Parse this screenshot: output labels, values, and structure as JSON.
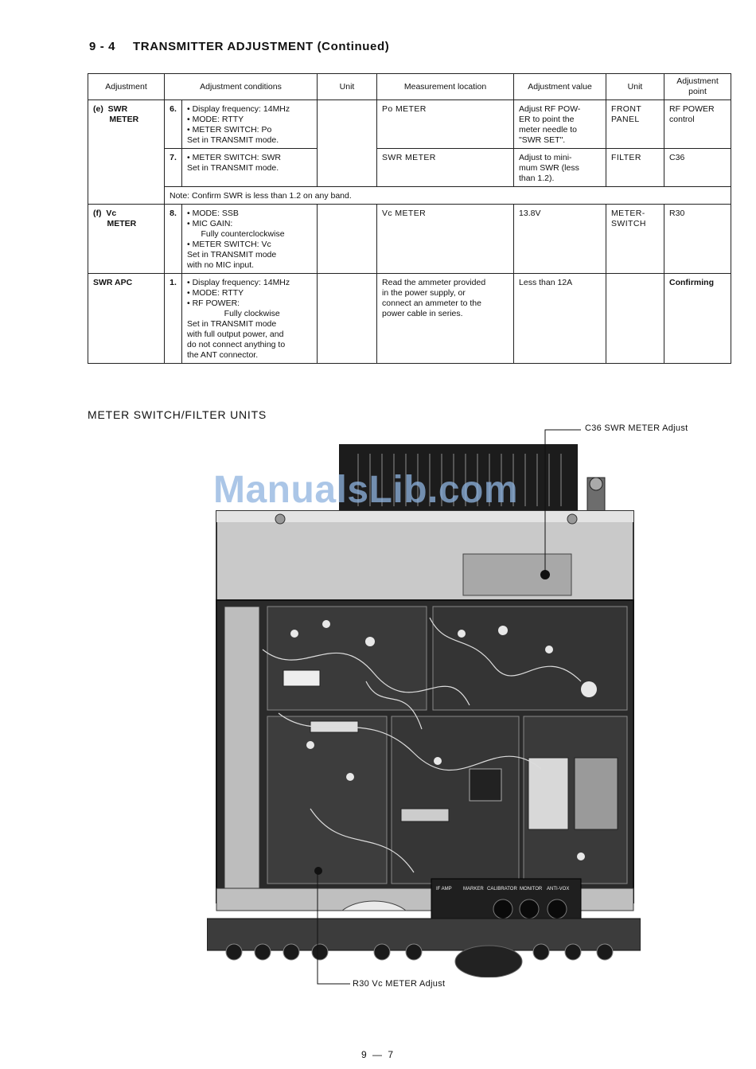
{
  "heading": {
    "section": "9 - 4",
    "title": "TRANSMITTER ADJUSTMENT (Continued)"
  },
  "table": {
    "headers": {
      "adjustment": "Adjustment",
      "conditions": "Adjustment conditions",
      "unit": "Unit",
      "measurement": "Measurement location",
      "value": "Adjustment value",
      "unit2": "Unit",
      "point": [
        "Adjustment",
        "point"
      ]
    },
    "row_e_label": [
      "(e)  SWR",
      "       METER"
    ],
    "row6": {
      "num": "6.",
      "conditions": [
        "• Display frequency: 14MHz",
        "• MODE: RTTY",
        "• METER SWITCH: Po",
        "Set in TRANSMIT mode."
      ],
      "measurement": "Po METER",
      "value": [
        "Adjust RF POW-",
        "ER to point the",
        "meter needle to",
        "\"SWR SET\"."
      ],
      "unit2": [
        "FRONT",
        "PANEL"
      ],
      "point": [
        "RF POWER",
        "control"
      ]
    },
    "row7": {
      "num": "7.",
      "conditions": [
        "• METER SWITCH: SWR",
        "Set in TRANSMIT mode."
      ],
      "measurement": "SWR METER",
      "value": [
        "Adjust to mini-",
        "mum SWR (less",
        "than 1.2)."
      ],
      "unit2": [
        "FILTER"
      ],
      "point": [
        "C36"
      ]
    },
    "note": "Note:    Confirm SWR is less than 1.2 on any band.",
    "row_f_label": [
      "(f)  Vc",
      "      METER"
    ],
    "row8": {
      "num": "8.",
      "conditions": [
        "• MODE: SSB",
        "• MIC GAIN:",
        "      Fully counterclockwise",
        "• METER SWITCH: Vc",
        "Set in TRANSMIT mode",
        "with no MIC input."
      ],
      "measurement": "Vc METER",
      "value": [
        "13.8V"
      ],
      "unit2": [
        "METER-",
        "SWITCH"
      ],
      "point": [
        "R30"
      ]
    },
    "row_apc": {
      "label": "SWR APC",
      "num": "1.",
      "conditions": [
        "• Display frequency: 14MHz",
        "• MODE: RTTY",
        "• RF POWER:",
        "                Fully clockwise",
        "Set in TRANSMIT mode",
        "with full output power, and",
        "do not connect anything to",
        "the ANT connector."
      ],
      "measurement": [
        "Read the ammeter provided",
        "in the power supply, or",
        "connect an ammeter to the",
        "power cable in series."
      ],
      "value": [
        "Less than 12A"
      ],
      "unit2": [],
      "point": [
        "Confirming"
      ]
    }
  },
  "figure": {
    "title": "METER SWITCH/FILTER UNITS",
    "callout_top": "C36 SWR METER Adjust",
    "callout_bottom": "R30 Vc METER Adjust",
    "panel_labels": [
      "IF AMP",
      "MARKER",
      "CALIBRATOR",
      "MONITOR",
      "ANTI-VOX"
    ]
  },
  "watermark": "ManualsLib.com",
  "page_number": "9 — 7"
}
